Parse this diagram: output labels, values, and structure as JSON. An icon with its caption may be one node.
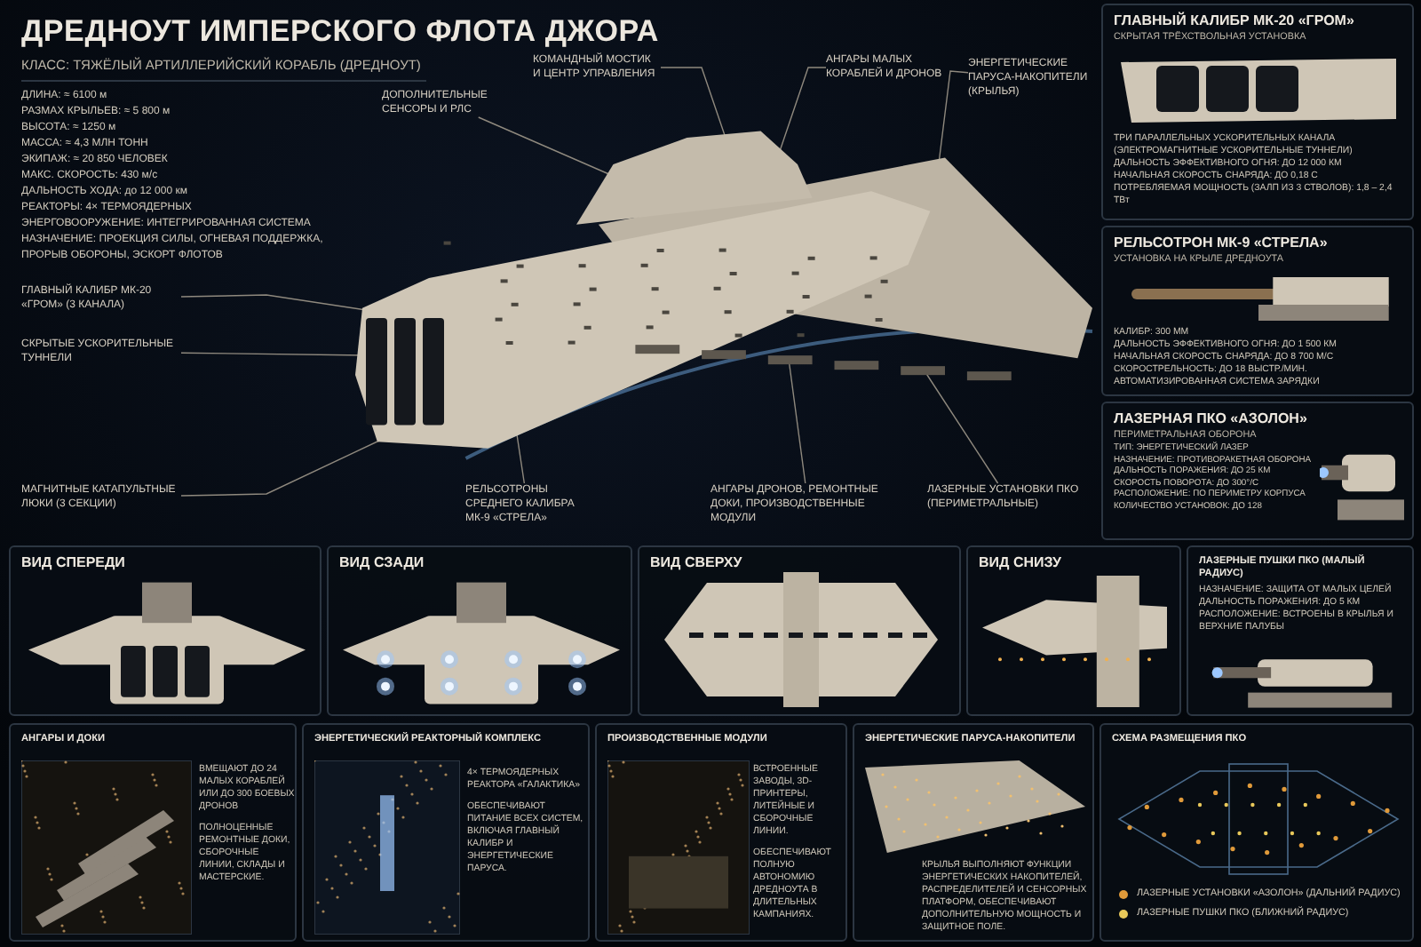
{
  "diagram": {
    "title": "ДРЕДНОУТ ИМПЕРСКОГО ФЛОТА ДЖОРА",
    "nodes": [
      {
        "text": [],
        "shape": "picture"
      },
      {
        "text": [
          "КОМАНДНЫЙ МОСТИК И ЦЕНТР УПРАВЛЕНИЯ"
        ]
      },
      {
        "text": [
          "АНГАРЫ МАЛЫХ КОРАБЛЕЙ И ДРОНОВ"
        ]
      },
      {
        "text": [
          "ЭНЕРГЕТИЧЕСКИЕ ПАРУСА-НАКОПИТЕЛИ (КРЫЛЬЯ)"
        ]
      },
      {
        "text": [
          "ДОПОЛНИТЕЛЬНЫЕ СЕНСОРЫ И РЛС"
        ]
      },
      {
        "text": [
          "ГЛАВНЫЙ КАЛИБР МК-20 «ГРОМ» (3 КАНАЛА)"
        ]
      },
      {
        "text": [
          "СКРЫТЫЕ УСКОРИТЕЛЬНЫЕ ТУННЕЛИ"
        ]
      },
      {
        "text": [
          "МАГНИТНЫЕ КАТАПУЛЬТНЫЕ ЛЮКИ (3 СЕКЦИИ)"
        ]
      },
      {
        "text": [
          "РЕЛЬСОТРОНЫ СРЕДНЕГО КАЛИБРА МК-9 «СТРЕЛА»"
        ]
      },
      {
        "text": [
          "АНГАРЫ ДРОНОВ, РЕМОНТНЫЕ ДОКИ, ПРОИЗВОДСТВЕННЫЕ МОДУЛИ"
        ]
      },
      {
        "text": [
          "ЛАЗЕРНЫЕ УСТАНОВКИ ПКО (ПЕРИМЕТРАЛЬНЫЕ)"
        ]
      },
      {
        "text": [
          "ГЛАВНЫЙ КАЛИБР МК-20 «ГРОМ»",
          "СКРЫТАЯ ТРЁХСТВОЛЬНАЯ УСТАНОВКА",
          "ТРИ ПАРАЛЛЕЛЬНЫХ УСКОРИТЕЛЬНЫХ КАНАЛА (ЭЛЕКТРОМАГНИТНЫЕ УСКОРИТЕЛЬНЫЕ ТУННЕЛИ)",
          "ДАЛЬНОСТЬ ЭФФЕКТИВНОГО ОГНЯ: ДО 12 000 КМ",
          "НАЧАЛЬНАЯ СКОРОСТЬ СНАРЯДА: ДО 0,18 С",
          "ПОТРЕБЛЯЕМАЯ МОЩНОСТЬ (ЗАЛП ИЗ 3 СТВОЛОВ): 1,8 – 2,4 ТВт"
        ]
      },
      {
        "text": [
          "РЕЛЬСОТРОН МК-9 «СТРЕЛА»",
          "УСТАНОВКА НА КРЫЛЕ ДРЕДНОУТА",
          "КАЛИБР: 300 ММ",
          "ДАЛЬНОСТЬ ЭФФЕКТИВНОГО ОГНЯ: ДО 1 500 КМ",
          "НАЧАЛЬНАЯ СКОРОСТЬ СНАРЯДА: ДО 8 700 М/С",
          "СКОРОСТРЕЛЬНОСТЬ: ДО 18 ВЫСТР./МИН.",
          "АВТОМАТИЗИРОВАННАЯ СИСТЕМА ЗАРЯДКИ"
        ]
      },
      {
        "text": [
          "ЛАЗЕРНАЯ ПКО «АЗОЛОН»",
          "ПЕРИМЕТРАЛЬНАЯ ОБОРОНА",
          "ТИП: ЭНЕРГЕТИЧЕСКИЙ ЛАЗЕР",
          "НАЗНАЧЕНИЕ: ПРОТИВОРАКЕТНАЯ ОБОРОНА",
          "ДАЛЬНОСТЬ ПОРАЖЕНИЯ: ДО 25 КМ",
          "СКОРОСТЬ ПОВОРОТА: ДО 300°/С",
          "РАСПОЛОЖЕНИЕ: ПО ПЕРИМЕТРУ КОРПУСА",
          "КОЛИЧЕСТВО УСТАНОВОК: ДО 128"
        ]
      },
      {
        "text": [
          "ВИД СПЕРЕДИ"
        ]
      },
      {
        "text": [
          "ВИД СЗАДИ"
        ]
      },
      {
        "text": [
          "ВИД СВЕРХУ"
        ]
      },
      {
        "text": [
          "ВИД СНИЗУ"
        ]
      },
      {
        "text": [
          "ЛАЗЕРНЫЕ ПУШКИ ПКО (МАЛЫЙ РАДИУС)",
          "НАЗНАЧЕНИЕ: ЗАЩИТА ОТ МАЛЫХ ЦЕЛЕЙ",
          "ДАЛЬНОСТЬ ПОРАЖЕНИЯ: ДО 5 КМ",
          "РАСПОЛОЖЕНИЕ: ВСТРОЕНЫ В КРЫЛЬЯ И ВЕРХНИЕ ПАЛУБЫ"
        ]
      },
      {
        "text": [
          "АНГАРЫ И ДОКИ",
          "ВМЕЩАЮТ ДО 24 МАЛЫХ КОРАБЛЕЙ ИЛИ ДО 300 БОЕВЫХ ДРОНОВ",
          "ПОЛНОЦЕННЫЕ РЕМОНТНЫЕ ДОКИ, СБОРОЧНЫЕ ЛИНИИ, СКЛАДЫ И МАСТЕРСКИЕ."
        ]
      },
      {
        "text": [
          "ЭНЕРГЕТИЧЕСКИЙ РЕАКТОРНЫЙ КОМПЛЕКС",
          "4× ТЕРМОЯДЕРНЫХ РЕАКТОРА «ГАЛАКТИКА»",
          "ОБЕСПЕЧИВАЮТ ПИТАНИЕ ВСЕХ СИСТЕМ, ВКЛЮЧАЯ ГЛАВНЫЙ КАЛИБР И ЭНЕРГЕТИЧЕСКИЕ ПАРУСА."
        ]
      },
      {
        "text": [
          "ПРОИЗВОДСТВЕННЫЕ МОДУЛИ",
          "ВСТРОЕННЫЕ ЗАВОДЫ, 3D-ПРИНТЕРЫ, ЛИТЕЙНЫЕ И СБОРОЧНЫЕ ЛИНИИ.",
          "ОБЕСПЕЧИВАЮТ ПОЛНУЮ АВТОНОМИЮ ДРЕДНОУТА В ДЛИТЕЛЬНЫХ КАМПАНИЯХ."
        ]
      },
      {
        "text": [
          "ЭНЕРГЕТИЧЕСКИЕ ПАРУСА-НАКОПИТЕЛИ",
          "КРЫЛЬЯ ВЫПОЛНЯЮТ ФУНКЦИИ ЭНЕРГЕТИЧЕСКИХ НАКОПИТЕЛЕЙ, РАСПРЕДЕЛИТЕЛЕЙ И СЕНСОРНЫХ ПЛАТФОРМ, ОБЕСПЕЧИВАЮТ ДОПОЛНИТЕЛЬНУЮ МОЩНОСТЬ И ЗАЩИТНОЕ ПОЛЕ."
        ]
      },
      {
        "text": [
          "СХЕМА РАЗМЕЩЕНИЯ ПКО"
        ]
      }
    ],
    "edges": [
      {
        "from": 1,
        "to": 0,
        "arrow": "none"
      },
      {
        "from": 2,
        "to": 0,
        "arrow": "none"
      },
      {
        "from": 3,
        "to": 0,
        "arrow": "none"
      },
      {
        "from": 4,
        "to": 0,
        "arrow": "none"
      },
      {
        "from": 5,
        "to": 0,
        "arrow": "none"
      },
      {
        "from": 6,
        "to": 0,
        "arrow": "none"
      },
      {
        "from": 7,
        "to": 0,
        "arrow": "none"
      },
      {
        "from": 8,
        "to": 0,
        "arrow": "none"
      },
      {
        "from": 9,
        "to": 0,
        "arrow": "none"
      },
      {
        "from": 10,
        "to": 0,
        "arrow": "none"
      }
    ],
    "labels": [
      "КЛАСС: ТЯЖЁЛЫЙ АРТИЛЛЕРИЙСКИЙ КОРАБЛЬ (ДРЕДНОУТ)",
      "ДЛИНА: ≈ 6100 м",
      "РАЗМАХ КРЫЛЬЕВ: ≈ 5 800 м",
      "ВЫСОТА: ≈ 1250 м",
      "МАССА: ≈ 4,3 МЛН ТОНН",
      "ЭКИПАЖ: ≈ 20 850 ЧЕЛОВЕК",
      "МАКС. СКОРОСТЬ: 430 м/с",
      "ДАЛЬНОСТЬ ХОДА: до 12 000 км",
      "РЕАКТОРЫ: 4× ТЕРМОЯДЕРНЫХ",
      "ЭНЕРГОВООРУЖЕНИЕ: ИНТЕГРИРОВАННАЯ СИСТЕМА",
      "НАЗНАЧЕНИЕ: ПРОЕКЦИЯ СИЛЫ, ОГНЕВАЯ ПОДДЕРЖКА, ПРОРЫВ ОБОРОНЫ, ЭСКОРТ ФЛОТОВ"
    ],
    "legend": [
      {
        "text": "ЛАЗЕРНЫЕ УСТАНОВКИ «АЗОЛОН» (ДАЛЬНИЙ РАДИУС)",
        "color": "#e09a3a"
      },
      {
        "text": "ЛАЗЕРНЫЕ ПУШКИ ПКО (БЛИЖНИЙ РАДИУС)",
        "color": "#e8c85a"
      }
    ]
  }
}
